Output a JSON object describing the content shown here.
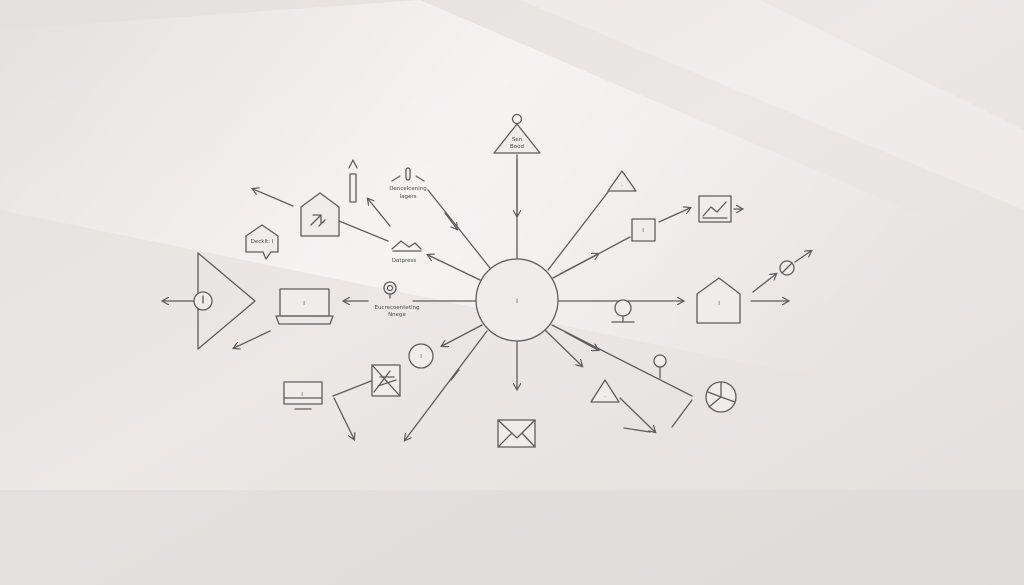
{
  "background_color": "#e9e6e4",
  "line_color": "#5d5d5d",
  "nodes": {
    "hub": {
      "label": "I"
    },
    "top_triangle": {
      "label_line1": "Sen",
      "label_line2": "Bood"
    },
    "warehouse_node": {
      "label_line1": "Dencelcening",
      "label_line2": "Iagers"
    },
    "cluster_node": {
      "label": "Dotpress"
    },
    "gear_node": {
      "label_line1": "Eucrecoenteting",
      "label_line2": "Nnege"
    },
    "speech_bubble": {
      "label": "Decklt: I"
    },
    "laptop": {
      "label": "I"
    },
    "square_node": {
      "label": "I"
    },
    "house_right": {
      "label": "I"
    },
    "monitor_small": {
      "label": "I"
    },
    "circle_node": {
      "label": "I"
    }
  }
}
